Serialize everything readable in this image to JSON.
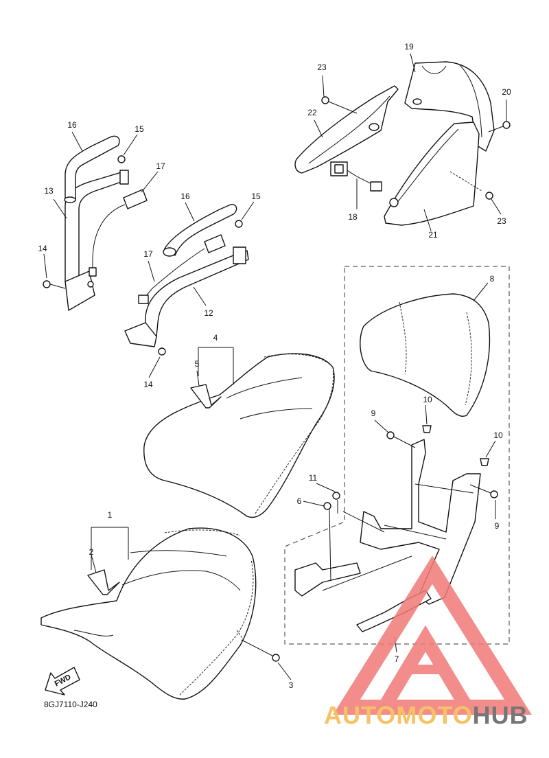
{
  "diagram_code": "8GJ7110-J240",
  "fwd_label": "FWD",
  "callouts": {
    "c1": "1",
    "c2": "2",
    "c3": "3",
    "c4": "4",
    "c5": "5",
    "c6": "6",
    "c7": "7",
    "c8": "8",
    "c9a": "9",
    "c9b": "9",
    "c10a": "10",
    "c10b": "10",
    "c11": "11",
    "c12": "12",
    "c13": "13",
    "c14a": "14",
    "c14b": "14",
    "c15a": "15",
    "c15b": "15",
    "c16a": "16",
    "c16b": "16",
    "c17a": "17",
    "c17b": "17",
    "c18": "18",
    "c19": "19",
    "c20": "20",
    "c21": "21",
    "c22": "22",
    "c23a": "23",
    "c23b": "23"
  },
  "watermark": {
    "part1": "AUTOMOTO",
    "part2": "HUB"
  },
  "colors": {
    "ink": "#111111",
    "watermark_red": "#f07a78",
    "watermark_orange": "#f6b84c",
    "watermark_gray": "#5f5f5f"
  }
}
